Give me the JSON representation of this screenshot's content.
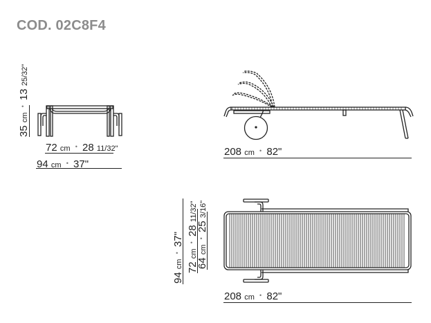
{
  "title": "COD. 02C8F4",
  "colors": {
    "title": "#8c8c8c",
    "ink": "#222222",
    "background": "#ffffff"
  },
  "front_view": {
    "height": {
      "cm": "35",
      "cm_unit": "cm",
      "in": "13",
      "in_frac": "25/32\""
    },
    "seat_width": {
      "cm": "72",
      "cm_unit": "cm",
      "in": "28",
      "in_frac": "11/32\""
    },
    "overall_width": {
      "cm": "94",
      "cm_unit": "cm",
      "in": "37\""
    }
  },
  "side_view": {
    "length": {
      "cm": "208",
      "cm_unit": "cm",
      "in": "82\""
    }
  },
  "top_view": {
    "overall_width": {
      "cm": "94",
      "cm_unit": "cm",
      "in": "37\""
    },
    "seat_width": {
      "cm": "72",
      "cm_unit": "cm",
      "in": "28",
      "in_frac": "11/32\""
    },
    "inner_width": {
      "cm": "64",
      "cm_unit": "cm",
      "in": "25",
      "in_frac": "3/16\""
    },
    "length": {
      "cm": "208",
      "cm_unit": "cm",
      "in": "82\""
    }
  },
  "separator": "•"
}
